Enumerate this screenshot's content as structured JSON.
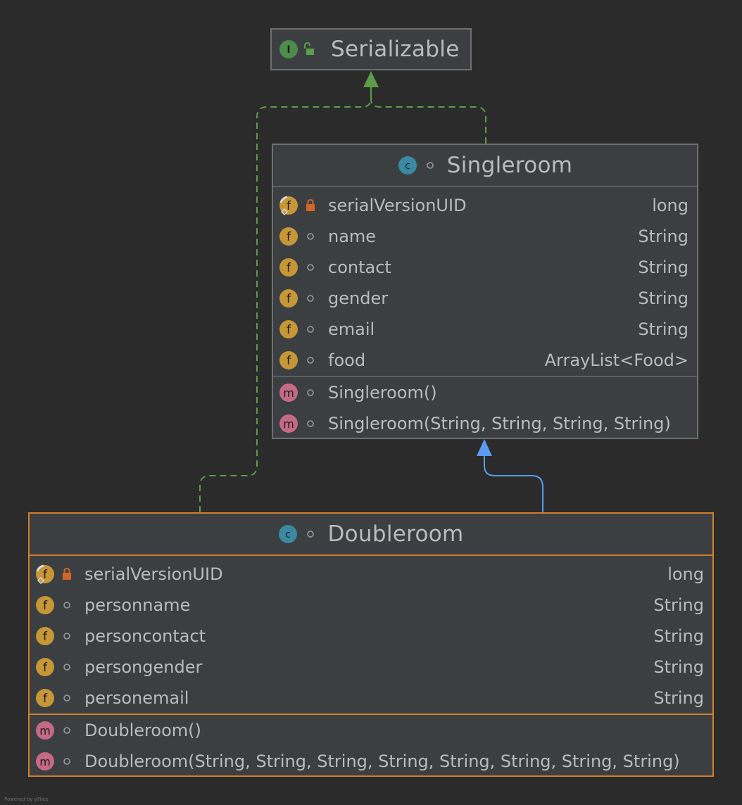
{
  "serializable": {
    "name": "Serializable",
    "kind_icon": "interface-icon",
    "access_icon": "unlocked-icon"
  },
  "singleroom": {
    "name": "Singleroom",
    "kind_icon": "class-icon",
    "fields": [
      {
        "name": "serialVersionUID",
        "type": "long",
        "icon": "static-final-field-icon",
        "vis": "private-lock-icon"
      },
      {
        "name": "name",
        "type": "String",
        "icon": "field-icon",
        "vis": "package-dot-icon"
      },
      {
        "name": "contact",
        "type": "String",
        "icon": "field-icon",
        "vis": "package-dot-icon"
      },
      {
        "name": "gender",
        "type": "String",
        "icon": "field-icon",
        "vis": "package-dot-icon"
      },
      {
        "name": "email",
        "type": "String",
        "icon": "field-icon",
        "vis": "package-dot-icon"
      },
      {
        "name": "food",
        "type": "ArrayList<Food>",
        "icon": "field-icon",
        "vis": "package-dot-icon"
      }
    ],
    "methods": [
      {
        "name": "Singleroom()",
        "icon": "method-icon",
        "vis": "package-dot-icon"
      },
      {
        "name": "Singleroom(String, String, String, String)",
        "icon": "method-icon",
        "vis": "package-dot-icon"
      }
    ]
  },
  "doubleroom": {
    "name": "Doubleroom",
    "kind_icon": "class-icon",
    "fields": [
      {
        "name": "serialVersionUID",
        "type": "long",
        "icon": "static-final-field-icon",
        "vis": "private-lock-icon"
      },
      {
        "name": "personname",
        "type": "String",
        "icon": "field-icon",
        "vis": "package-dot-icon"
      },
      {
        "name": "personcontact",
        "type": "String",
        "icon": "field-icon",
        "vis": "package-dot-icon"
      },
      {
        "name": "persongender",
        "type": "String",
        "icon": "field-icon",
        "vis": "package-dot-icon"
      },
      {
        "name": "personemail",
        "type": "String",
        "icon": "field-icon",
        "vis": "package-dot-icon"
      }
    ],
    "methods": [
      {
        "name": "Doubleroom()",
        "icon": "method-icon",
        "vis": "package-dot-icon"
      },
      {
        "name": "Doubleroom(String, String, String, String, String, String, String, String)",
        "icon": "method-icon",
        "vis": "package-dot-icon"
      }
    ]
  },
  "footer": "Powered by yFiles",
  "colors": {
    "background": "#2b2b2b",
    "node": "#3c3f41",
    "selected_border": "#d07d2c",
    "realization_edge": "#5c9c4a",
    "inheritance_edge": "#5a9bf0",
    "field_icon": "#c69637",
    "method_icon": "#c46a86",
    "class_icon": "#3b8aa3",
    "interface_icon": "#4d8c4b",
    "private_lock": "#d2652a"
  }
}
